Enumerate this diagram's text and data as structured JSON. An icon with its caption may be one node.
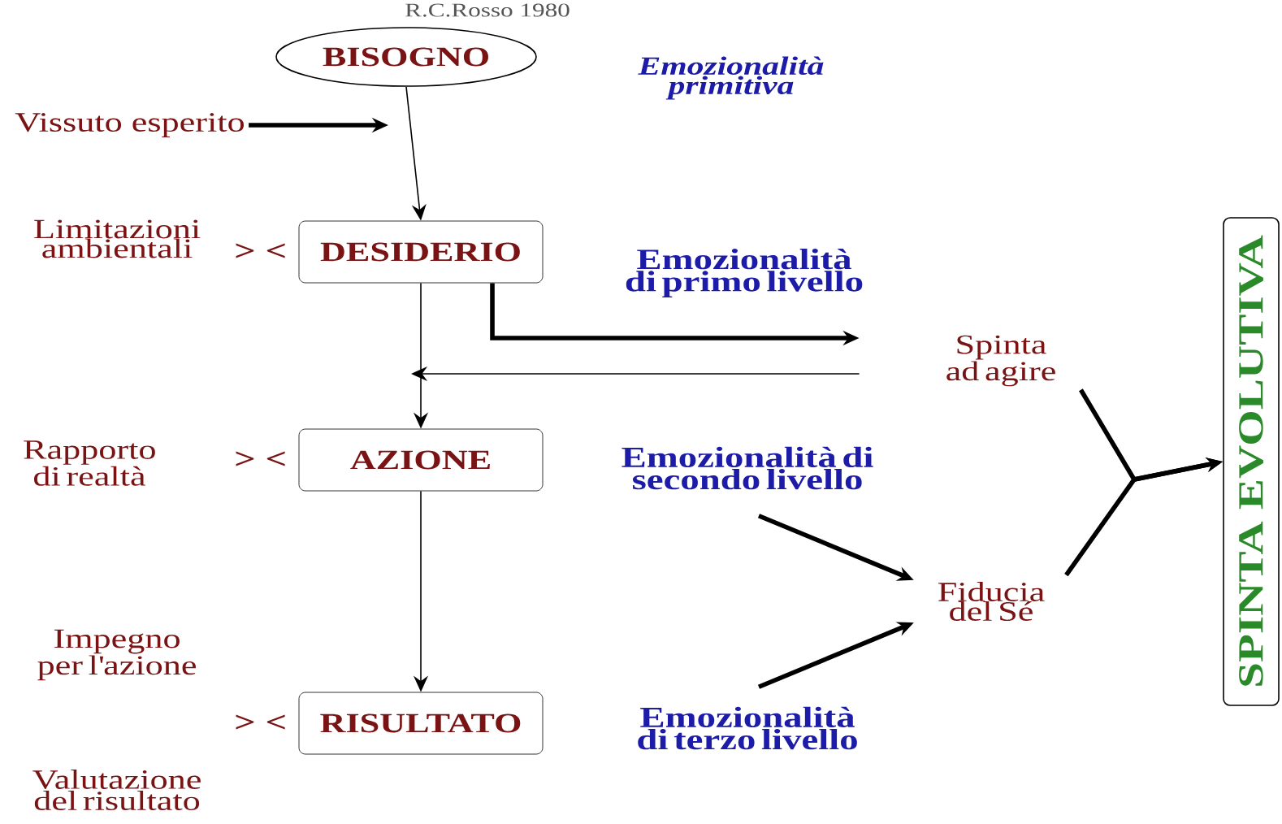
{
  "diagram": {
    "nodes": [
      {
        "text": [
          "BISOGNO"
        ]
      },
      {
        "text": [
          "Vissuto esperito"
        ]
      },
      {
        "text": [
          "DESIDERIO"
        ],
        "beside": [
          "> <"
        ]
      },
      {
        "text": [
          "AZIONE"
        ],
        "beside": [
          "> <"
        ]
      },
      {
        "text": [
          "RISULTATO"
        ],
        "beside": [
          "> <"
        ]
      },
      {
        "text": [
          "Spinta ad agire"
        ]
      },
      {
        "text": [
          "Emozionalità di secondo livello"
        ]
      },
      {
        "text": [
          "Fiducia del Sé"
        ]
      },
      {
        "text": [
          "Emozionalità di terzo livello"
        ]
      },
      {
        "text": [
          "SPINTA EVOLUTIVA"
        ]
      }
    ],
    "edges": [
      {
        "from": 1,
        "to": null,
        "arrow": "to"
      },
      {
        "from": 0,
        "to": 2,
        "arrow": "to"
      },
      {
        "from": 2,
        "to": 5,
        "arrow": "to"
      },
      {
        "from": 5,
        "to": null,
        "arrow": "to"
      },
      {
        "from": 2,
        "to": 3,
        "arrow": "to"
      },
      {
        "from": 3,
        "to": 4,
        "arrow": "to"
      },
      {
        "from": 6,
        "to": 7,
        "arrow": "to"
      },
      {
        "from": 8,
        "to": 7,
        "arrow": "to"
      },
      {
        "from": 5,
        "to": 9,
        "arrow": "to"
      },
      {
        "from": 7,
        "to": 9,
        "arrow": "to"
      }
    ],
    "labels": [
      "R.C.Rosso 1980",
      "Emozionalità primitiva",
      "Limitazioni ambientali",
      "Emozionalità di primo livello",
      "Rapporto di realtà",
      "Impegno per l'azione",
      "Valutazione del risultato"
    ]
  }
}
